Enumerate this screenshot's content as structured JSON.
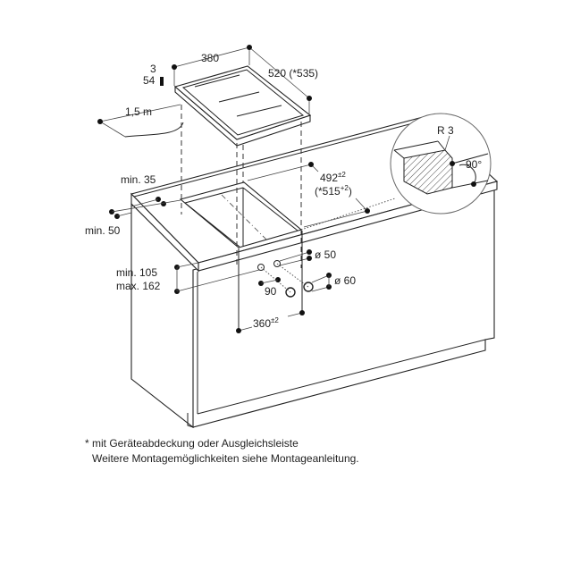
{
  "dimensions": {
    "hob_width": "380",
    "hob_depth": "520 (*535)",
    "hob_thickness_top": "3",
    "hob_thickness_bottom": "54",
    "cable_length": "1,5 m",
    "min_back_distance": "min. 35",
    "min_front_distance": "min. 50",
    "cutout_depth": "492",
    "cutout_depth_tol": "±2",
    "cutout_depth_alt": "(*515",
    "cutout_depth_alt_tol": "+2",
    "cutout_depth_alt_close": ")",
    "cutout_width": "360",
    "cutout_width_tol": "±2",
    "worktop_min": "min. 105",
    "worktop_max": "max. 162",
    "pipe_small_diameter": "ø 50",
    "pipe_large_diameter": "ø 60",
    "pipe_spacing": "90",
    "edge_radius": "R 3",
    "edge_angle": "90°"
  },
  "footnote": {
    "line1": "* mit Geräteabdeckung oder Ausgleichsleiste",
    "line2": "Weitere Montagemöglichkeiten siehe Montageanleitung."
  }
}
